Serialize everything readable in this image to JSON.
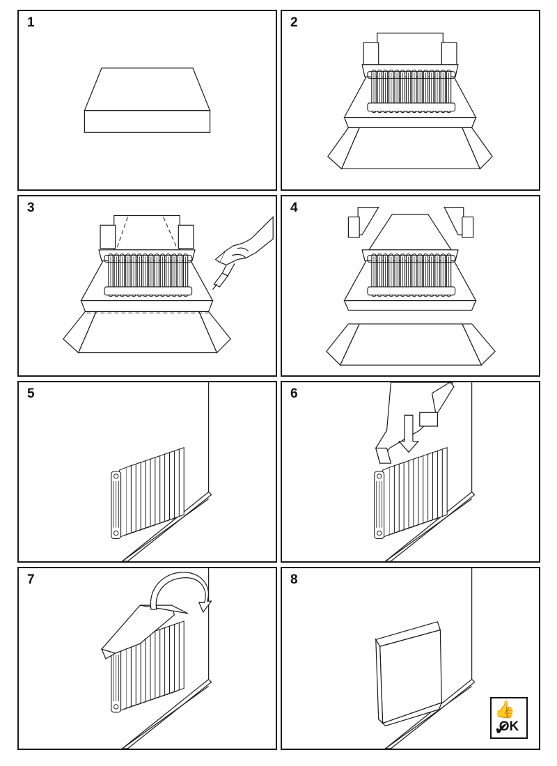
{
  "steps": [
    {
      "number": "1"
    },
    {
      "number": "2"
    },
    {
      "number": "3"
    },
    {
      "number": "4"
    },
    {
      "number": "5"
    },
    {
      "number": "6"
    },
    {
      "number": "7"
    },
    {
      "number": "8"
    }
  ],
  "ok_badge": {
    "label": "OK",
    "icon_names": [
      "thumbs-up-icon",
      "checkmark-icon"
    ]
  },
  "colors": {
    "line": "#1a1a1a",
    "background": "#ffffff"
  }
}
